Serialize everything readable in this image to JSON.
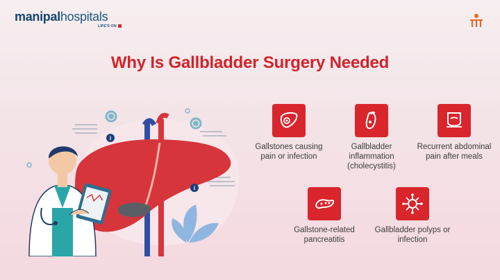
{
  "brand": {
    "name_bold": "manipal",
    "name_light": "hospitals",
    "tagline": "LIFE'S ON"
  },
  "title": "Why Is Gallbladder Surgery Needed",
  "reasons": [
    {
      "label": "Gallstones causing pain or infection",
      "icon": "gallstones-icon"
    },
    {
      "label": "Gallbladder inflammation (cholecystitis)",
      "icon": "gallbladder-inflammation-icon"
    },
    {
      "label": "Recurrent abdominal pain after meals",
      "icon": "abdominal-pain-icon"
    },
    {
      "label": "Gallstone-related pancreatitis",
      "icon": "pancreas-icon"
    },
    {
      "label": "Gallbladder polyps or infection",
      "icon": "polyps-icon"
    }
  ],
  "colors": {
    "accent": "#d9252c",
    "brand": "#14466b",
    "organ": "#d6353c"
  }
}
